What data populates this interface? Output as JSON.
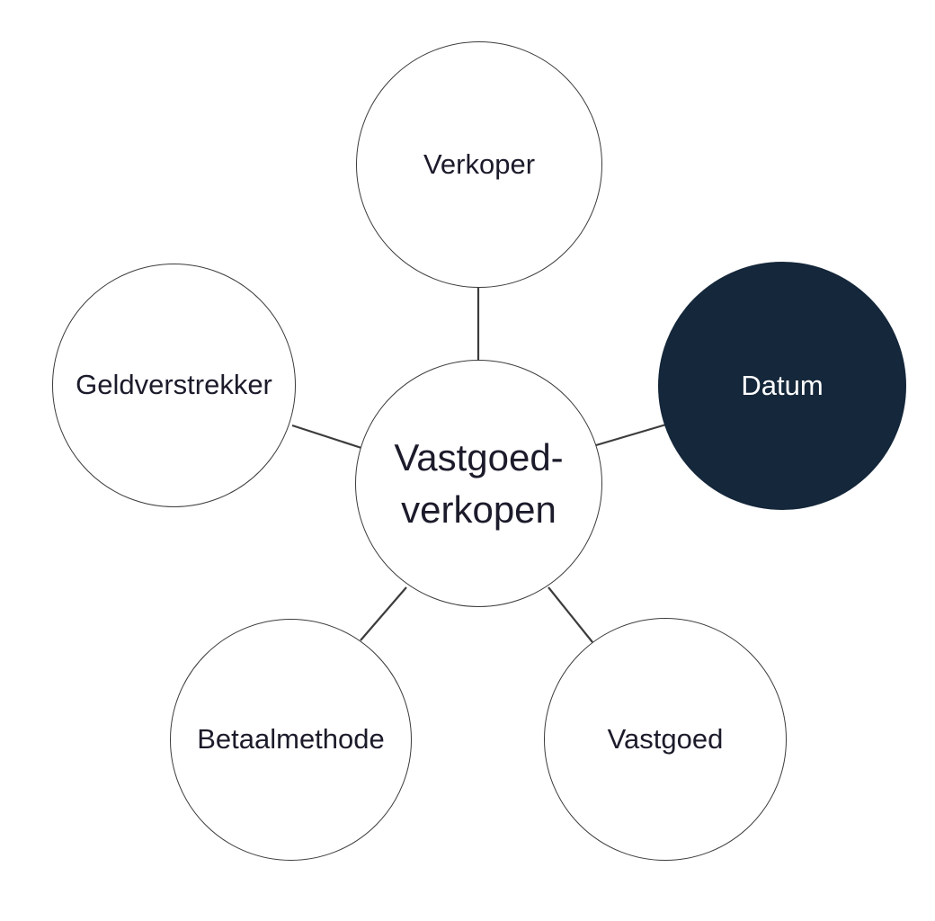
{
  "diagram": {
    "type": "radial-hub-and-spoke",
    "background_color": "#ffffff",
    "line_color": "#3c3c3c",
    "text_color": "#1b1b2b",
    "highlight_fill": "#15273a",
    "highlight_text_color": "#ffffff",
    "center": {
      "id": "center",
      "label": "Vastgoed-verkopen",
      "label_line_1": "Vastgoed-",
      "label_line_2": "verkopen",
      "highlighted": false
    },
    "nodes": [
      {
        "id": "verkoper",
        "label": "Verkoper",
        "position": "top",
        "highlighted": false
      },
      {
        "id": "geldverstrekker",
        "label": "Geldverstrekker",
        "position": "left",
        "highlighted": false
      },
      {
        "id": "datum",
        "label": "Datum",
        "position": "right",
        "highlighted": true
      },
      {
        "id": "betaalmethode",
        "label": "Betaalmethode",
        "position": "bottom-left",
        "highlighted": false
      },
      {
        "id": "vastgoed",
        "label": "Vastgoed",
        "position": "bottom-right",
        "highlighted": false
      }
    ],
    "connections": [
      {
        "from": "center",
        "to": "verkoper"
      },
      {
        "from": "center",
        "to": "geldverstrekker"
      },
      {
        "from": "center",
        "to": "datum"
      },
      {
        "from": "center",
        "to": "betaalmethode"
      },
      {
        "from": "center",
        "to": "vastgoed"
      }
    ]
  }
}
